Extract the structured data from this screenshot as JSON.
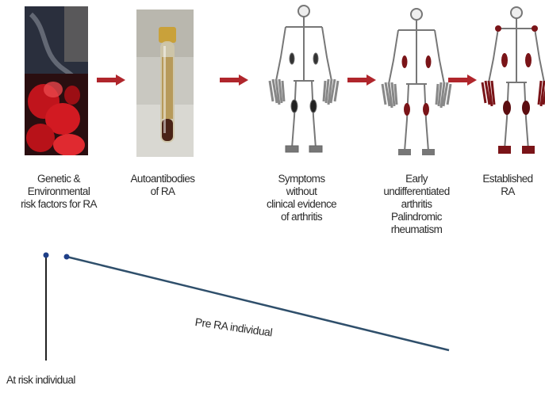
{
  "stages": [
    {
      "lines": [
        "Genetic &",
        "Environmental",
        "risk factors for RA"
      ]
    },
    {
      "lines": [
        "Autoantibodies",
        "of RA"
      ]
    },
    {
      "lines": [
        "Symptoms",
        "without",
        "clinical evidence",
        "of arthritis"
      ]
    },
    {
      "lines": [
        "Early",
        "undifferentiated",
        "arthritis",
        "Palindromic",
        "rheumatism"
      ]
    },
    {
      "lines": [
        "Established",
        "RA"
      ]
    }
  ],
  "timeline": {
    "pre_ra_label": "Pre RA individual",
    "at_risk_label": "At risk individual"
  },
  "colors": {
    "arrow": "#b0262c",
    "joint_inflamed": "#7a1418",
    "timeline_line": "#2f4f6b",
    "dot": "#1f3f88"
  }
}
